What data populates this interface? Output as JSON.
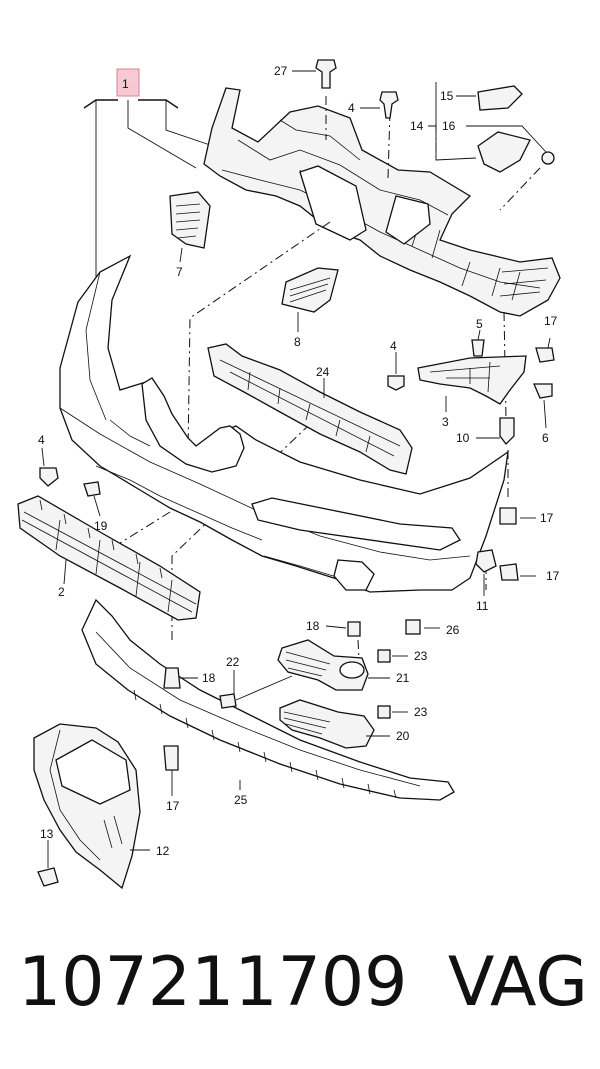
{
  "diagram": {
    "callouts": [
      "1",
      "2",
      "3",
      "4",
      "5",
      "6",
      "7",
      "8",
      "10",
      "11",
      "12",
      "13",
      "14",
      "15",
      "16",
      "17",
      "18",
      "19",
      "20",
      "21",
      "22",
      "23",
      "24",
      "25",
      "26",
      "27"
    ],
    "highlight_color": "#f6c9d3"
  },
  "caption": {
    "part_number": "107211709",
    "brand": "VAG"
  }
}
